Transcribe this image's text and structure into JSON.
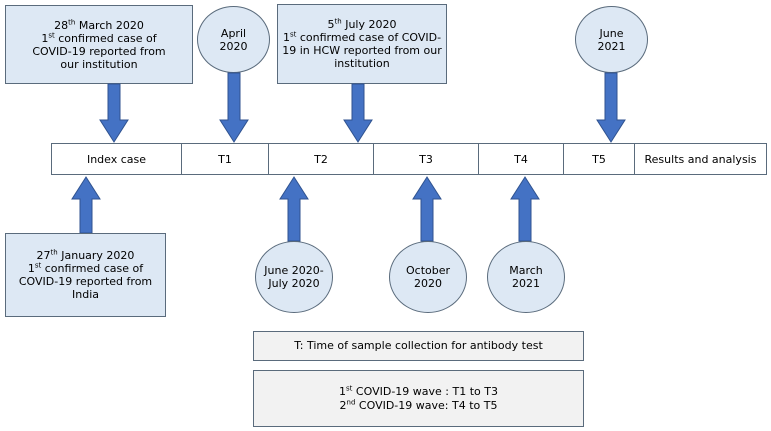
{
  "events_above": [
    {
      "day": "28",
      "suffix": "th",
      "rest": " March 2020",
      "ord": "1",
      "ord_suffix": "st",
      "line2": " confirmed case of",
      "line3": "COVID-19 reported from",
      "line4": "our  institution"
    },
    {
      "day": "5",
      "suffix": "th",
      "rest": " July 2020",
      "ord": "1",
      "ord_suffix": "st",
      "line2": " confirmed case of COVID-",
      "line3": "19 in HCW reported from our",
      "line4": "institution"
    }
  ],
  "event_below": {
    "day": "27",
    "suffix": "th",
    "rest": " January 2020",
    "ord": "1",
    "ord_suffix": "st",
    "line2": " confirmed case of",
    "line3": "COVID-19 reported from",
    "line4": "India"
  },
  "circles_above": [
    {
      "line1": "April",
      "line2": "2020"
    },
    {
      "line1": "June",
      "line2": "2021"
    }
  ],
  "circles_below": [
    {
      "line1": "June 2020-",
      "line2": "July 2020"
    },
    {
      "line1": "October",
      "line2": "2020"
    },
    {
      "line1": "March",
      "line2": "2021"
    }
  ],
  "timeline": [
    "Index case",
    "T1",
    "T2",
    "T3",
    "T4",
    "T5",
    "Results and analysis"
  ],
  "legend": {
    "text": "T: Time of sample collection for antibody test"
  },
  "waves": {
    "w1_num": "1",
    "w1_suffix": "st",
    "w1_text": " COVID-19 wave : T1 to T3",
    "w2_num": "2",
    "w2_suffix": "nd",
    "w2_text": " COVID-19 wave: T4 to T5"
  },
  "colors": {
    "box_fill": "#dde8f4",
    "arrow": "#4472c4",
    "border": "#5a6b7c",
    "note_fill": "#f2f2f2"
  }
}
